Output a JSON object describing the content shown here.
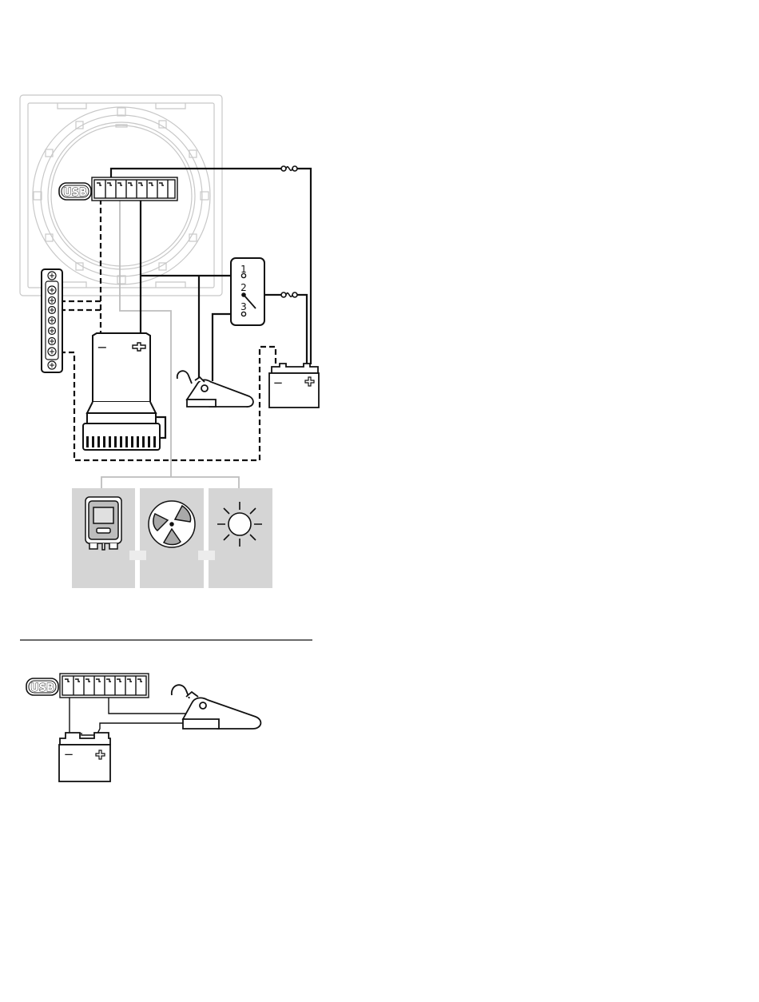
{
  "panel": {
    "usb_label": "USB",
    "polarity_minus": "−",
    "polarity_plus": "+"
  },
  "switch": {
    "positions": [
      "1",
      "2",
      "3"
    ]
  },
  "icons": {
    "main": [
      "bilge-pump-icon",
      "float-switch-icon",
      "battery-icon",
      "fuse-icon",
      "terminal-block-icon"
    ],
    "optional_loads": [
      "horn-icon",
      "fan-icon",
      "light-icon"
    ]
  },
  "colors": {
    "wire": "#111111",
    "wire_light": "#bdbdbd",
    "panel_outline": "#c8c8c8",
    "option_bg": "#d5d5d5"
  },
  "lower": {
    "usb_label": "USB"
  }
}
